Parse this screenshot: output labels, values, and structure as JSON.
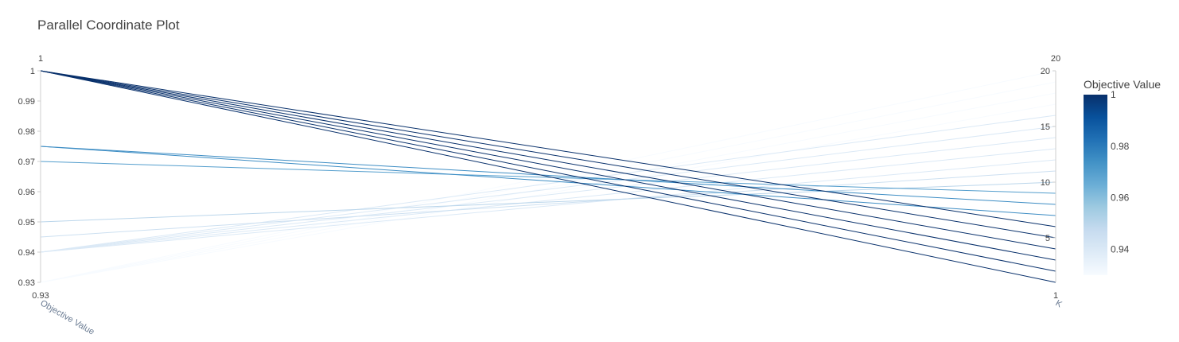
{
  "chart_data": {
    "type": "parallel_coordinates",
    "title": "Parallel Coordinate Plot",
    "dimensions": [
      {
        "label": "Objective Value",
        "range": [
          0.93,
          1
        ],
        "range_labels": {
          "min": "0.93",
          "max": "1"
        },
        "ticks": [
          {
            "value": 0.93,
            "text": "0.93"
          },
          {
            "value": 0.94,
            "text": "0.94"
          },
          {
            "value": 0.95,
            "text": "0.95"
          },
          {
            "value": 0.96,
            "text": "0.96"
          },
          {
            "value": 0.97,
            "text": "0.97"
          },
          {
            "value": 0.98,
            "text": "0.98"
          },
          {
            "value": 0.99,
            "text": "0.99"
          },
          {
            "value": 1,
            "text": "1"
          }
        ]
      },
      {
        "label": "K",
        "range": [
          1,
          20
        ],
        "range_labels": {
          "min": "1",
          "max": "20"
        },
        "ticks": [
          {
            "value": 5,
            "text": "5"
          },
          {
            "value": 10,
            "text": "10"
          },
          {
            "value": 15,
            "text": "15"
          },
          {
            "value": 20,
            "text": "20"
          }
        ]
      }
    ],
    "lines": [
      {
        "objective": 1.0,
        "k": 1
      },
      {
        "objective": 1.0,
        "k": 2
      },
      {
        "objective": 1.0,
        "k": 3
      },
      {
        "objective": 1.0,
        "k": 4
      },
      {
        "objective": 1.0,
        "k": 5
      },
      {
        "objective": 1.0,
        "k": 6
      },
      {
        "objective": 0.975,
        "k": 7
      },
      {
        "objective": 0.975,
        "k": 8
      },
      {
        "objective": 0.97,
        "k": 9
      },
      {
        "objective": 0.95,
        "k": 10
      },
      {
        "objective": 0.945,
        "k": 11
      },
      {
        "objective": 0.94,
        "k": 12
      },
      {
        "objective": 0.94,
        "k": 13
      },
      {
        "objective": 0.94,
        "k": 14
      },
      {
        "objective": 0.94,
        "k": 15
      },
      {
        "objective": 0.94,
        "k": 16
      },
      {
        "objective": 0.93,
        "k": 17
      },
      {
        "objective": 0.93,
        "k": 18
      },
      {
        "objective": 0.93,
        "k": 19
      },
      {
        "objective": 0.93,
        "k": 20
      }
    ],
    "colorbar": {
      "title": "Objective Value",
      "range": [
        0.93,
        1
      ],
      "ticks": [
        {
          "value": 0.94,
          "text": "0.94"
        },
        {
          "value": 0.96,
          "text": "0.96"
        },
        {
          "value": 0.98,
          "text": "0.98"
        },
        {
          "value": 1,
          "text": "1"
        }
      ],
      "colorscale": [
        "#f7fbff",
        "#deebf7",
        "#c6dbef",
        "#9ecae1",
        "#6baed6",
        "#4292c6",
        "#2171b5",
        "#08519c",
        "#08306b"
      ]
    }
  }
}
